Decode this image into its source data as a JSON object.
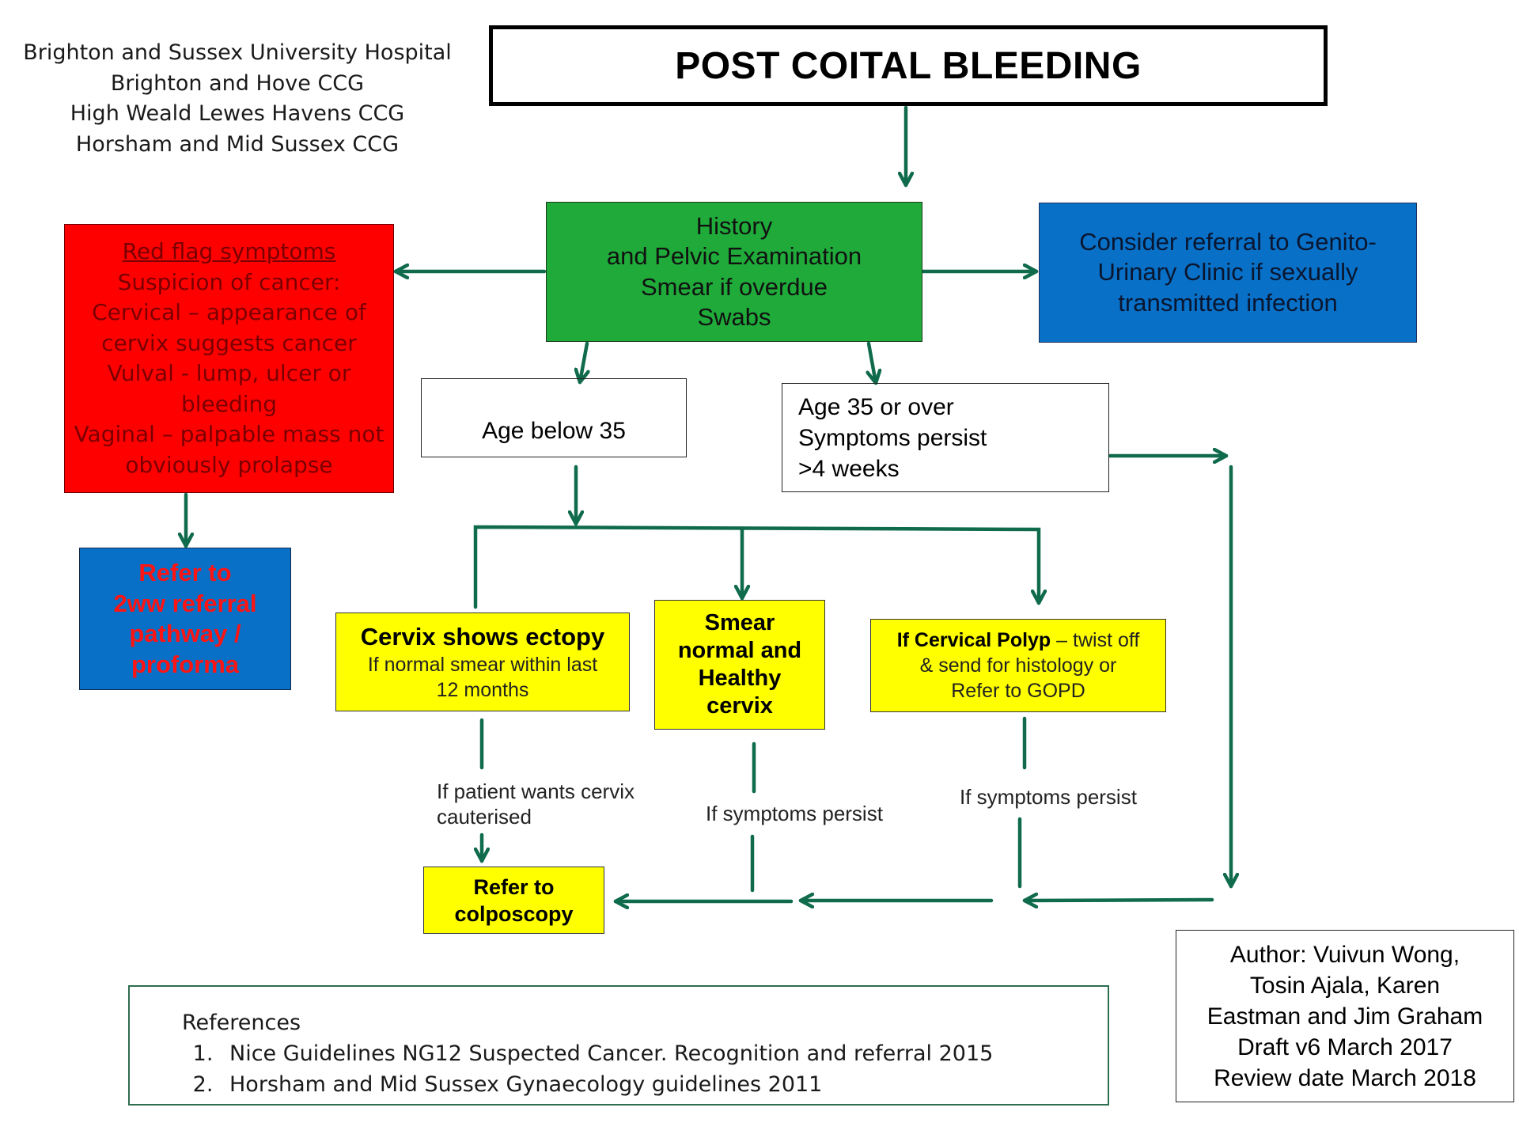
{
  "organisations": [
    "Brighton and Sussex University Hospital",
    "Brighton and Hove CCG",
    "High Weald Lewes Havens CCG",
    "Horsham and Mid Sussex CCG"
  ],
  "title": "POST COITAL BLEEDING",
  "history_box": [
    "History",
    "and Pelvic Examination",
    "Smear if overdue",
    "Swabs"
  ],
  "gum_box": [
    "Consider referral to Genito-",
    "Urinary Clinic if sexually",
    "transmitted infection"
  ],
  "red_flag": {
    "heading": "Red flag symptoms",
    "lines": [
      "Suspicion of cancer:",
      "Cervical – appearance of",
      "cervix suggests cancer",
      "Vulval  - lump, ulcer or",
      "bleeding",
      "Vaginal – palpable mass not",
      "obviously prolapse"
    ]
  },
  "refer_2ww": [
    "Refer to",
    "2ww  referral",
    "pathway /",
    "proforma"
  ],
  "age_below": "Age below 35",
  "age_over": [
    "Age 35 or over",
    "Symptoms persist",
    ">4 weeks"
  ],
  "ectopy": {
    "heading": "Cervix shows ectopy",
    "lines": [
      "If normal smear within last",
      "12 months"
    ]
  },
  "smear_normal": [
    "Smear",
    "normal and",
    "Healthy",
    "cervix"
  ],
  "polyp": {
    "bold": "If Cervical Polyp",
    "rest": " – twist off",
    "lines": [
      "& send for histology or",
      "Refer to GOPD"
    ]
  },
  "colposcopy": [
    "Refer to",
    "colposcopy"
  ],
  "labels": {
    "cauterised": [
      "If  patient wants cervix",
      "cauterised"
    ],
    "persist_mid": "If symptoms persist",
    "persist_right": "If symptoms persist"
  },
  "references": {
    "heading": "References",
    "items": [
      "Nice Guidelines NG12 Suspected Cancer. Recognition and referral  2015",
      "Horsham and Mid Sussex Gynaecology guidelines 2011"
    ]
  },
  "author": [
    "Author: Vuivun Wong,",
    "Tosin Ajala, Karen",
    "Eastman and Jim Graham",
    "Draft v6 March 2017",
    "Review date March 2018"
  ],
  "colors": {
    "arrow": "#0f6b4c",
    "green_box": "#1faa3a",
    "blue_box": "#0870c6",
    "red_box": "#ff0000",
    "yellow_box": "#ffff00"
  }
}
